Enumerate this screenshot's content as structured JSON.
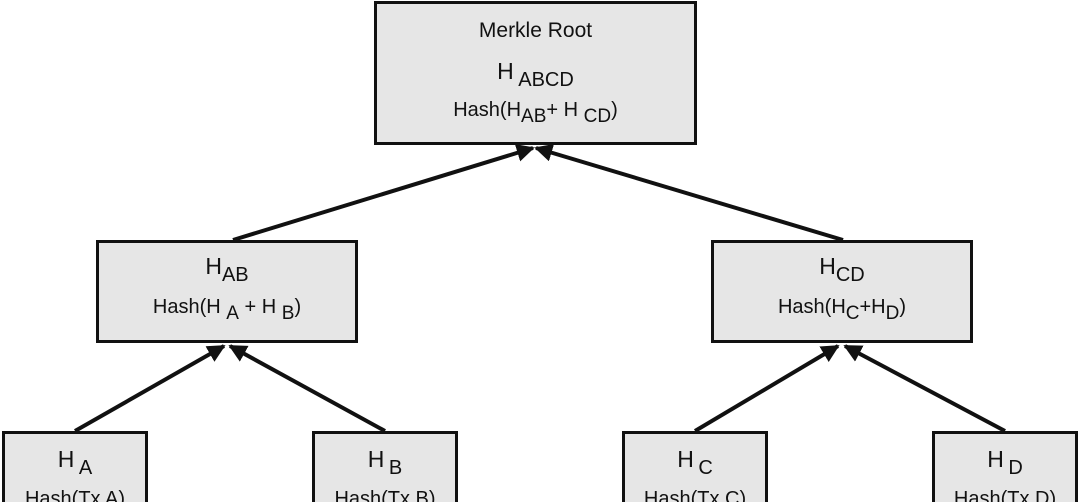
{
  "colors": {
    "node_fill": "#e6e6e6",
    "stroke": "#111111"
  },
  "tree": {
    "root": {
      "title": "Merkle Root",
      "hash_letter": "H",
      "hash_sub": "ABCD",
      "formula_prefix": "Hash(H",
      "formula_sub1": "AB",
      "formula_mid": "+ H",
      "formula_sub2": "CD",
      "formula_suffix": ")"
    },
    "ab": {
      "hash_letter": "H",
      "hash_sub": "AB",
      "formula_prefix": "Hash(H",
      "formula_sub1": "A",
      "formula_mid": " + H",
      "formula_sub2": "B",
      "formula_suffix": ")"
    },
    "cd": {
      "hash_letter": "H",
      "hash_sub": "CD",
      "formula_prefix": "Hash(H",
      "formula_sub1": "C",
      "formula_mid": "+H",
      "formula_sub2": "D",
      "formula_suffix": ")"
    },
    "leaves": [
      {
        "hash_letter": "H",
        "hash_sub": "A",
        "formula": "Hash(Tx A)"
      },
      {
        "hash_letter": "H",
        "hash_sub": "B",
        "formula": "Hash(Tx B)"
      },
      {
        "hash_letter": "H",
        "hash_sub": "C",
        "formula": "Hash(Tx C)"
      },
      {
        "hash_letter": "H",
        "hash_sub": "D",
        "formula": "Hash(Tx D)"
      }
    ]
  }
}
